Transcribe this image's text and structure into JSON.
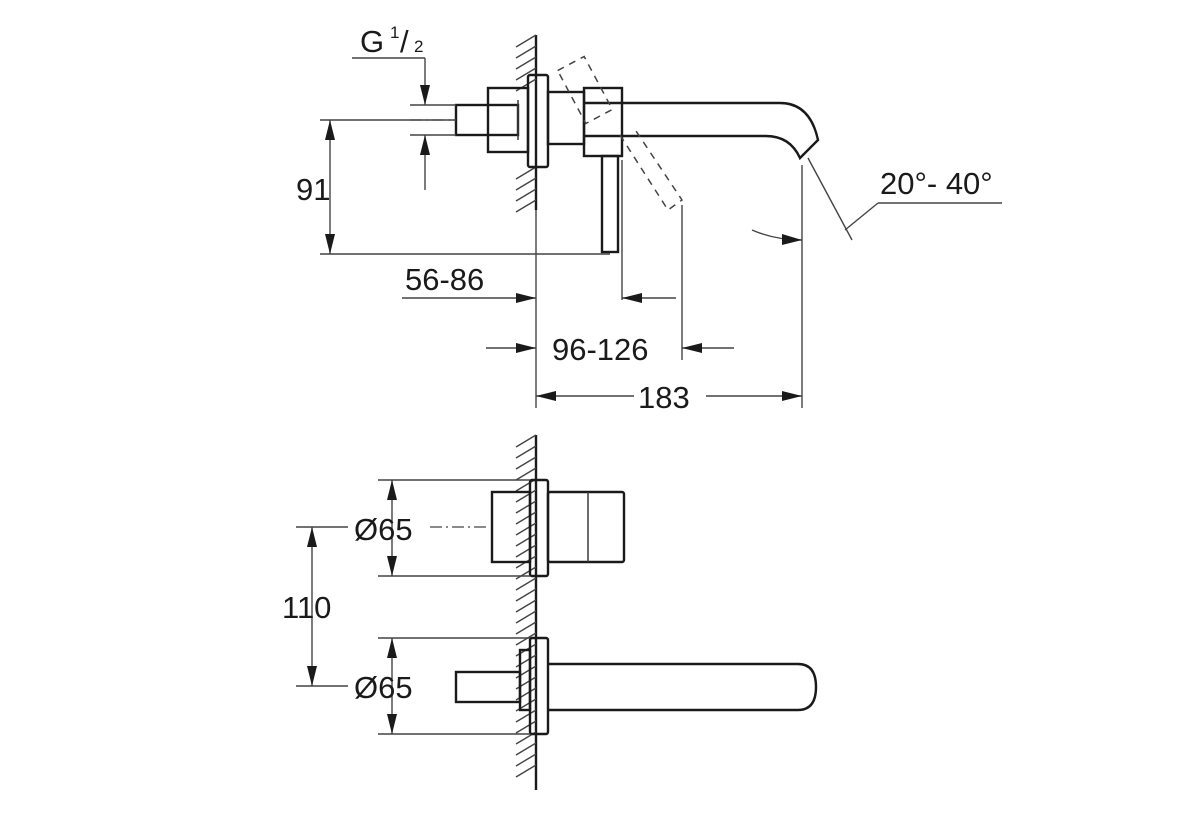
{
  "side_view": {
    "thread_label": "G",
    "thread_num": "1",
    "thread_den": "2",
    "height_label": "91",
    "wall_range_label": "56-86",
    "handle_range_label": "96-126",
    "projection_label": "183",
    "angle_label": "20°- 40°"
  },
  "front_view": {
    "upper_diameter_label": "Ø65",
    "lower_diameter_label": "Ø65",
    "spacing_label": "110"
  }
}
